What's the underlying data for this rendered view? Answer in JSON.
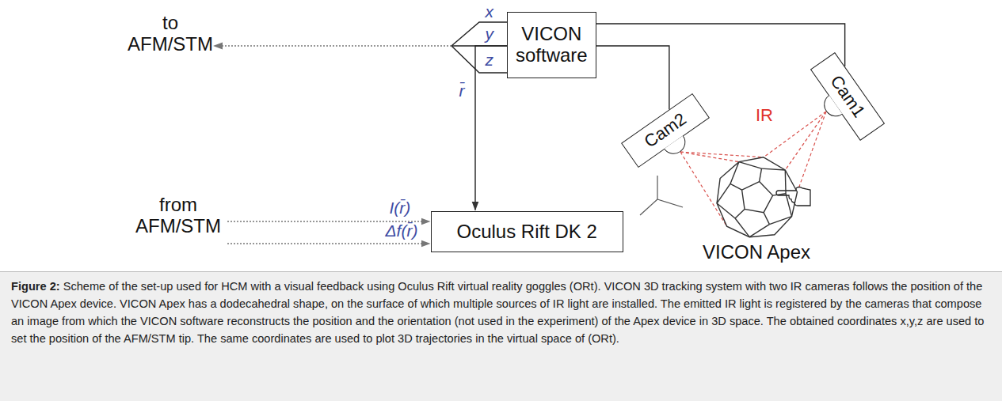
{
  "diagram": {
    "caption": "Figure 2: Scheme of the set-up used for HCM with a visual feedback using Oculus Rift virtual reality goggles (ORt). VICON 3D tracking system with two IR cameras follows the position of the VICON Apex device. VICON Apex has a dodecahedral shape, on the surface of which multiple sources of IR light are installed. The emitted IR light is registered by the cameras that compose an image from which the VICON software reconstructs the position and the orientation (not used in the experiment) of the Apex device in 3D space. The obtained coordinates x,y,z are used to set the position of the AFM/STM tip. The same coordinates are used to plot 3D trajectories in the virtual space of (ORt).",
    "nodes": [
      {
        "text": [
          "VICON software"
        ]
      },
      {
        "text": [
          "Cam2"
        ]
      },
      {
        "text": [
          "Cam1"
        ]
      },
      {
        "text": [
          "VICON Apex"
        ]
      },
      {
        "text": [
          "Oculus Rift DK 2"
        ]
      }
    ],
    "edges": [
      {
        "from": 0,
        "to": 4,
        "arrow": "to",
        "label": "r̄"
      },
      {
        "from": 0,
        "to": 1,
        "arrow": "none"
      },
      {
        "from": 0,
        "to": 2,
        "arrow": "none"
      },
      {
        "from": 1,
        "to": 3,
        "arrow": "none"
      },
      {
        "from": 2,
        "to": 3,
        "arrow": "none"
      }
    ],
    "labels": [
      "to AFM/STM",
      "x",
      "y",
      "z",
      "from AFM/STM",
      "I(r̄)",
      "Δf(r̄)",
      "IR"
    ]
  }
}
